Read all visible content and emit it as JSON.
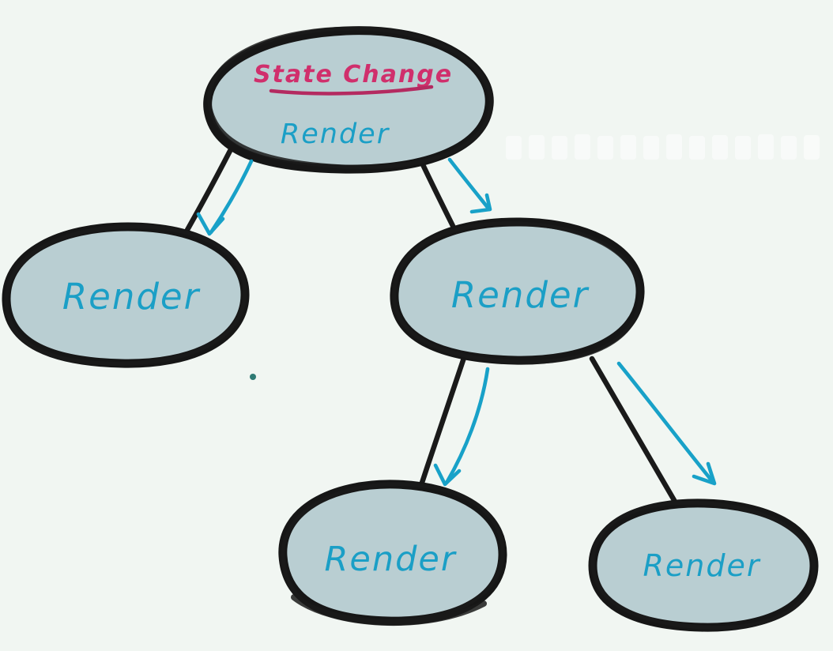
{
  "colors": {
    "background": "#f1f6f2",
    "node_fill": "#b9ced2",
    "node_outline": "#161616",
    "edge_line": "#1a1a1a",
    "arrow": "#18a1c8",
    "heading_text": "#d02f6c",
    "heading_underline": "#b42a60",
    "label_text": "#1b9fc6"
  },
  "diagram": {
    "root": {
      "id": "root",
      "heading": "State Change",
      "label": "Render"
    },
    "nodes": [
      {
        "id": "child-left",
        "label": "Render"
      },
      {
        "id": "child-right",
        "label": "Render"
      },
      {
        "id": "grandchild-left",
        "label": "Render"
      },
      {
        "id": "grandchild-right",
        "label": "Render"
      }
    ],
    "edges": [
      {
        "from": "root",
        "to": "child-left",
        "arrow": true
      },
      {
        "from": "root",
        "to": "child-right",
        "arrow": true
      },
      {
        "from": "child-right",
        "to": "grandchild-left",
        "arrow": true
      },
      {
        "from": "child-right",
        "to": "grandchild-right",
        "arrow": true
      }
    ]
  }
}
